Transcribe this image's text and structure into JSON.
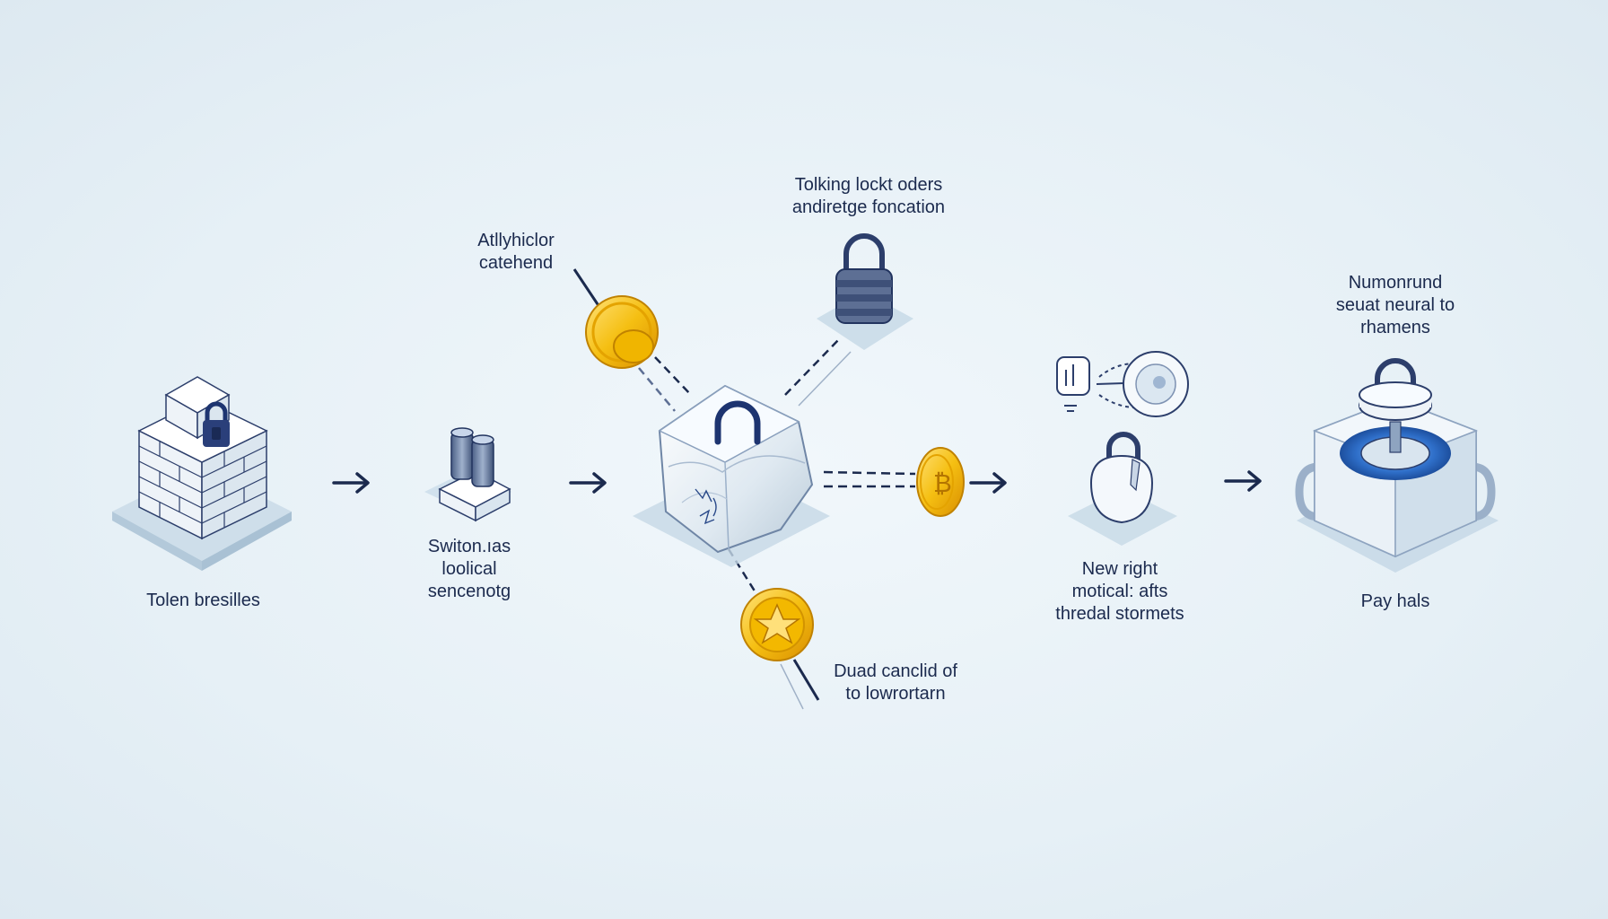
{
  "stages": [
    {
      "id": "stage-1",
      "label_lines": [
        "Tolen bresilles"
      ]
    },
    {
      "id": "stage-2",
      "label_lines": [
        "Switon.ıas",
        "loolical",
        "sencenotg"
      ]
    },
    {
      "id": "stage-4",
      "label_lines": [
        "New right",
        "motical: afts",
        "thredal stormets"
      ]
    },
    {
      "id": "stage-5",
      "label_lines": [
        "Numonrund",
        "seuat neural to",
        "rhamens"
      ],
      "bottom_label": "Pay hals"
    }
  ],
  "hub": {
    "top_label_lines": [
      "Tolking lockt oders",
      "andiretge foncation"
    ],
    "left_label_lines": [
      "Atllyhiclor",
      "catehend"
    ],
    "bottom_label_lines": [
      "Duad canclid of",
      "to lowrortarn"
    ]
  },
  "colors": {
    "background": "#e8f1f6",
    "navy": "#1b2a4e",
    "gold": "#f2b807",
    "platform": "#c9dbe8",
    "blue_accent": "#2f6fc9"
  }
}
